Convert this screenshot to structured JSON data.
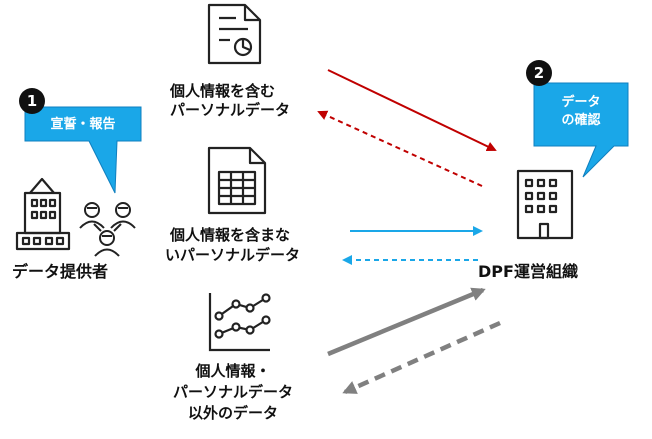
{
  "provider": {
    "badge_number": "1",
    "callout_label": "宣誓・報告",
    "name": "データ提供者"
  },
  "organization": {
    "badge_number": "2",
    "callout_line1": "データ",
    "callout_line2": "の確認",
    "name": "DPF運営組織"
  },
  "data_types": [
    {
      "line1": "個人情報を含む",
      "line2": "パーソナルデータ",
      "line3": "",
      "icon": "document-icon",
      "arrow_color": "#c00000"
    },
    {
      "line1": "個人情報を含まな",
      "line2": "いパーソナルデータ",
      "line3": "",
      "icon": "spreadsheet-icon",
      "arrow_color": "#1aa7e8"
    },
    {
      "line1": "個人情報・",
      "line2": "パーソナルデータ",
      "line3": "以外のデータ",
      "icon": "line-chart-icon",
      "arrow_color": "#808080"
    }
  ],
  "colors": {
    "callout": "#1aa7e8",
    "callout_border": "#0f7fbf",
    "red_flow": "#c00000",
    "blue_flow": "#1aa7e8",
    "gray_flow": "#808080"
  }
}
